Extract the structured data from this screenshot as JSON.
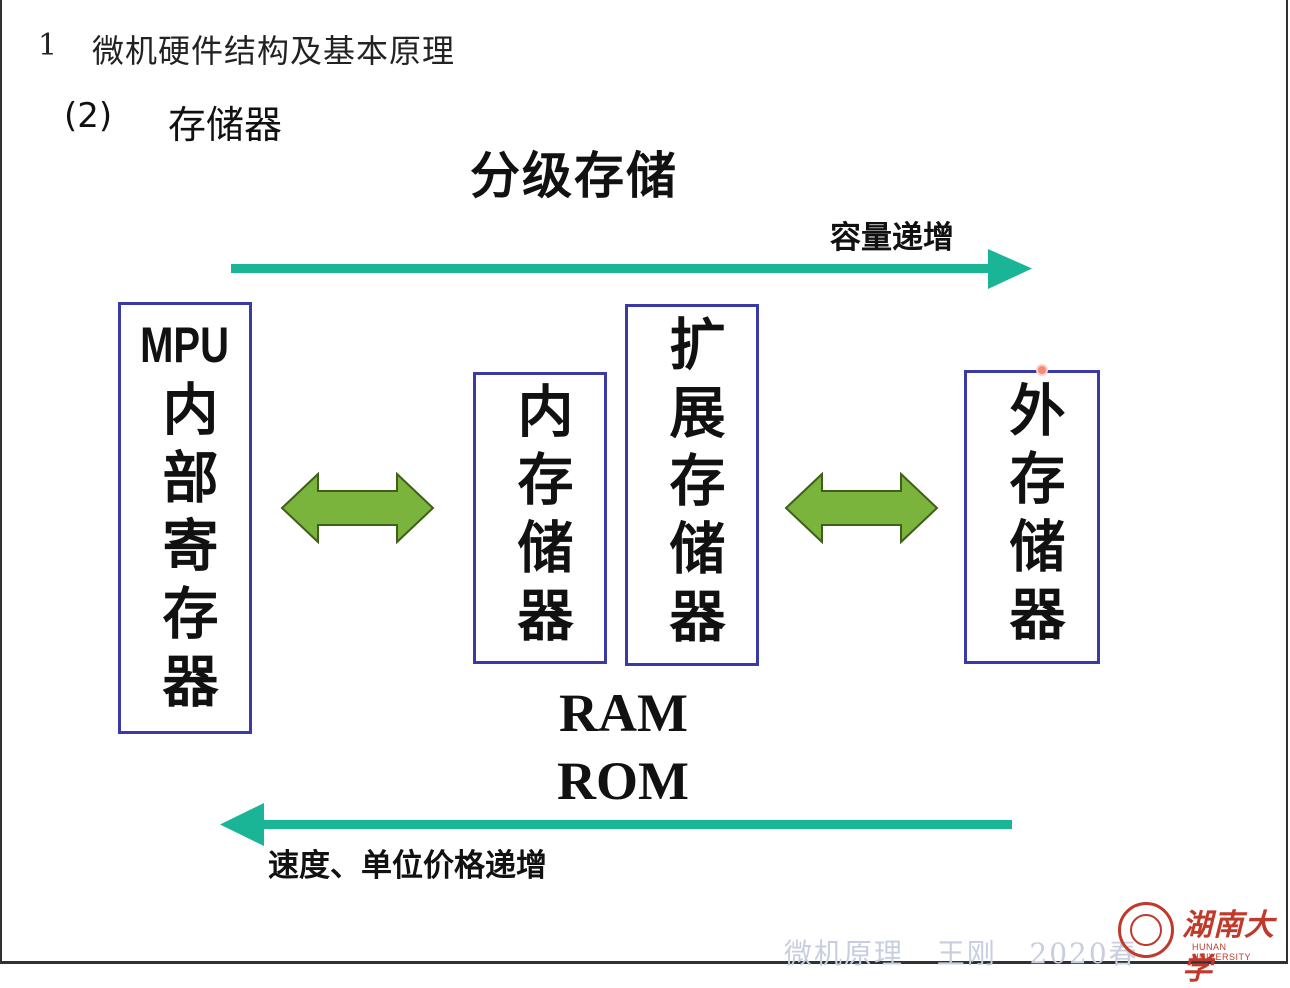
{
  "header": {
    "section_number": "1",
    "section_title": "微机硬件结构及基本原理",
    "sub_number": "(2)",
    "sub_title": "存储器"
  },
  "diagram": {
    "title": "分级存储",
    "capacity_label": "容量递增",
    "speed_label": "速度、单位价格递增",
    "boxes": {
      "mpu_prefix": "MPU",
      "mpu_text": "内部寄存器",
      "inner_memory": "内存储器",
      "extended_memory": "扩展存储器",
      "external_memory": "外存储器"
    },
    "ram_label": "RAM",
    "rom_label": "ROM",
    "colors": {
      "teal_arrow": "#19b596",
      "green_double_arrow": "#7ab43c",
      "box_border": "#3a3aa6"
    }
  },
  "footer": {
    "watermark": "微机原理   王刚   2020春",
    "logo_name": "湖南大学",
    "logo_subtitle": "HUNAN UNIVERSITY"
  }
}
